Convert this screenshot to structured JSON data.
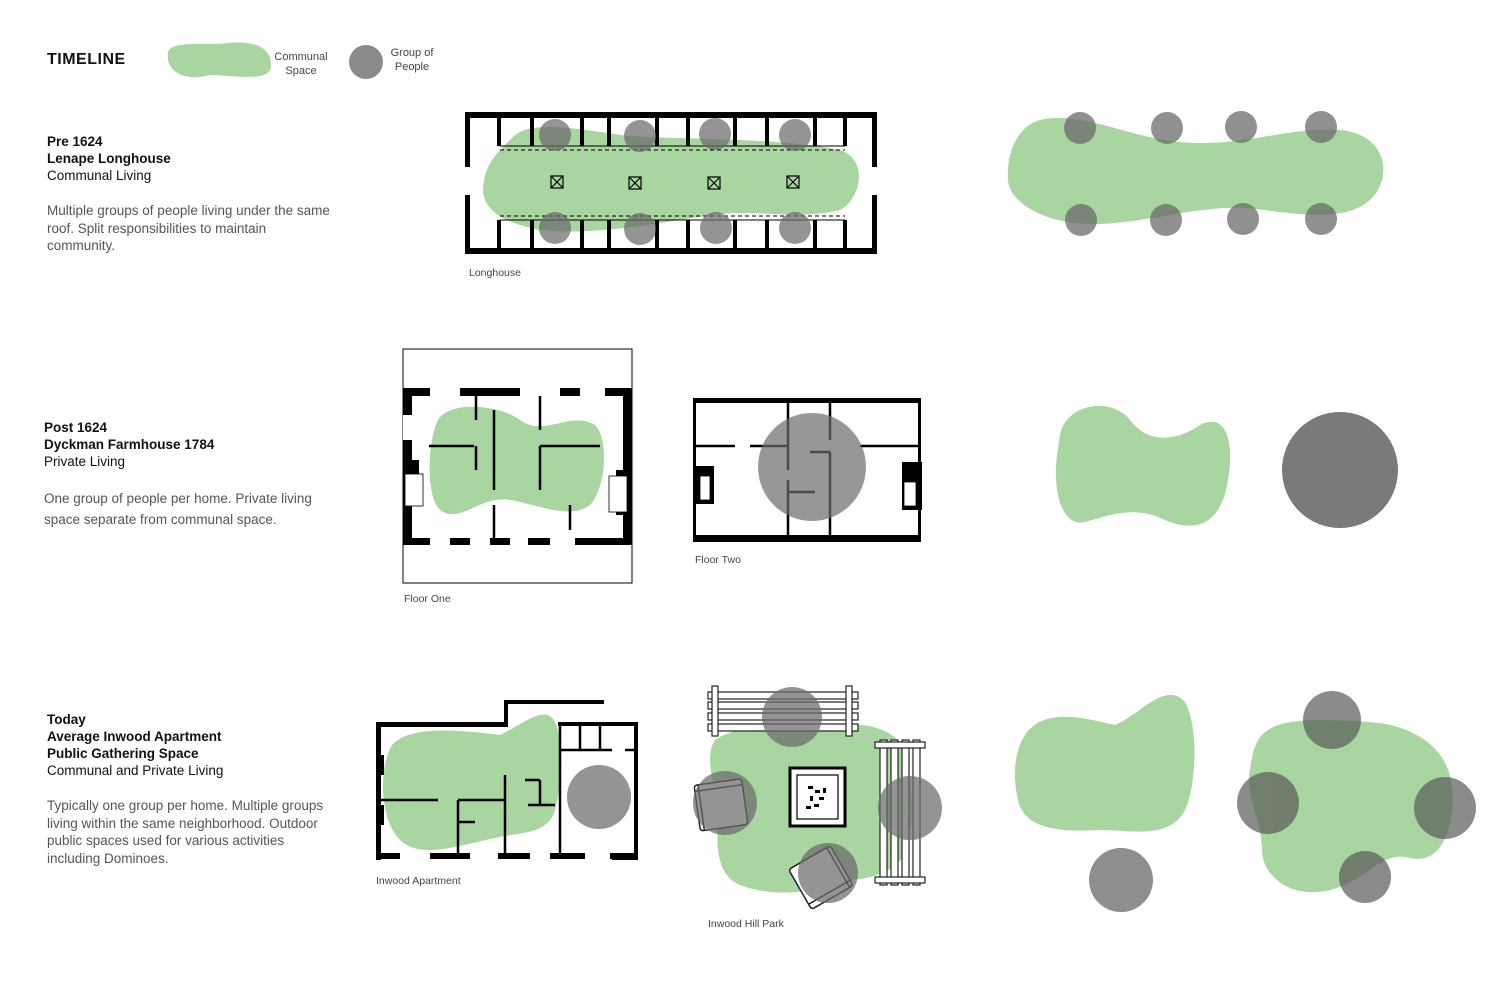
{
  "legend": {
    "title": "TIMELINE",
    "communal_label_line1": "Communal",
    "communal_label_line2": "Space",
    "people_label_line1": "Group of",
    "people_label_line2": "People",
    "communal_color": "#a8d5a0",
    "people_color": "#7a7a7a"
  },
  "eras": [
    {
      "period": "Pre 1624",
      "name": "Lenape Longhouse",
      "living": "Communal Living",
      "description": "Multiple groups of people living under the same roof. Split responsibilities to maintain community.",
      "captions": [
        "Longhouse"
      ]
    },
    {
      "period": "Post 1624",
      "name": "Dyckman Farmhouse 1784",
      "living": "Private Living",
      "description": "One group of people per home. Private living space separate from communal space.",
      "captions": [
        "Floor One",
        "Floor Two"
      ]
    },
    {
      "period": "Today",
      "name": "Average Inwood Apartment",
      "subname": "Public Gathering Space",
      "living": "Communal and Private Living",
      "description": "Typically one group per home. Multiple groups living within the same neighborhood. Outdoor public spaces used for various activities including Dominoes.",
      "captions": [
        "Inwood Apartment",
        "Inwood Hill Park"
      ]
    }
  ]
}
